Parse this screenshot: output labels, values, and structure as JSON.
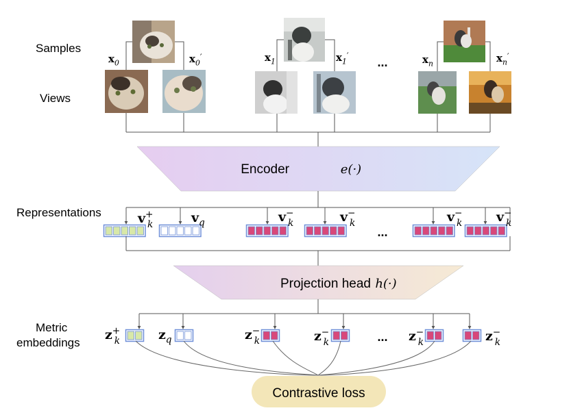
{
  "row_labels": {
    "samples": "Samples",
    "views": "Views",
    "representations": "Representations",
    "metric_line1": "Metric",
    "metric_line2": "embeddings"
  },
  "encoder": {
    "label": "Encoder",
    "fn": "e(·)"
  },
  "projection": {
    "label": "Projection head",
    "fn": "h(·)"
  },
  "loss": {
    "label": "Contrastive loss"
  },
  "ellipsis": "...",
  "sample_labels": [
    {
      "base": "x",
      "sub": "0",
      "prime": ""
    },
    {
      "base": "x",
      "sub": "0",
      "prime": "′"
    },
    {
      "base": "x",
      "sub": "1",
      "prime": ""
    },
    {
      "base": "x",
      "sub": "1",
      "prime": "′"
    },
    {
      "base": "x",
      "sub": "n",
      "prime": ""
    },
    {
      "base": "x",
      "sub": "n",
      "prime": "′"
    }
  ],
  "rep_labels": [
    {
      "base": "v",
      "sub": "k",
      "sup": "+"
    },
    {
      "base": "v",
      "sub": "q",
      "sup": ""
    },
    {
      "base": "v",
      "sub": "k",
      "sup": "−"
    },
    {
      "base": "v",
      "sub": "k",
      "sup": "−"
    },
    {
      "base": "v",
      "sub": "k",
      "sup": "−"
    },
    {
      "base": "v",
      "sub": "k",
      "sup": "−"
    }
  ],
  "emb_labels": [
    {
      "base": "z",
      "sub": "k",
      "sup": "+"
    },
    {
      "base": "z",
      "sub": "q",
      "sup": ""
    },
    {
      "base": "z",
      "sub": "k",
      "sup": "−"
    },
    {
      "base": "z",
      "sub": "k",
      "sup": "−"
    },
    {
      "base": "z",
      "sub": "k",
      "sup": "−"
    },
    {
      "base": "z",
      "sub": "k",
      "sup": "−"
    }
  ],
  "colors": {
    "positive_fill": "#d8e8a8",
    "query_fill": "#ffffff",
    "negative_fill": "#d8487a",
    "box_stroke": "#6f8fd8",
    "line": "#555555",
    "encoder_left": "#e6cdf0",
    "encoder_right": "#d6e4f8",
    "projection_left": "#e4cfee",
    "projection_right": "#f6ead4",
    "loss_fill": "#f3e6b8"
  },
  "thumbnails": [
    "cat-tabby-white",
    "cat-grey-white-closeup",
    "cat-grey-white-upright",
    "dog-standing-on-grass"
  ]
}
